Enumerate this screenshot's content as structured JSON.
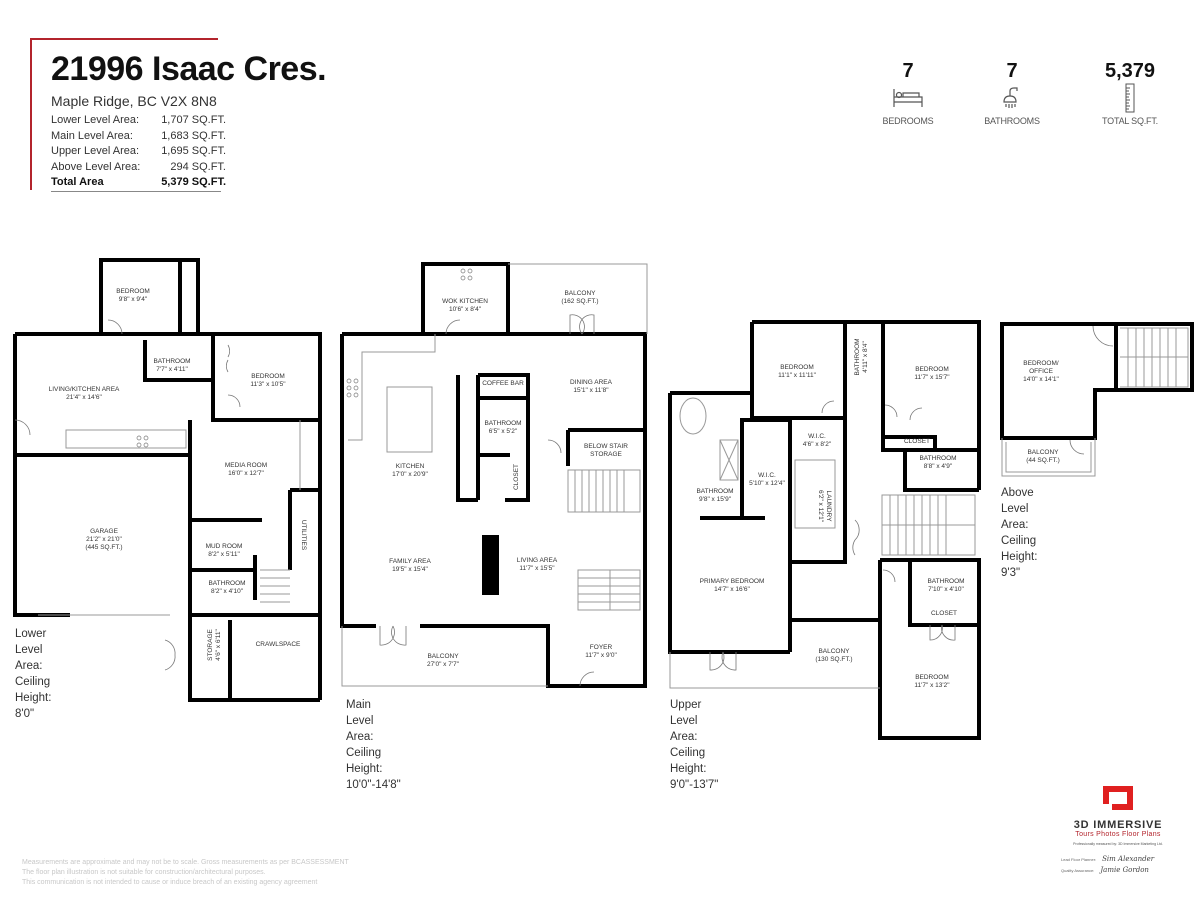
{
  "header": {
    "title": "21996 Isaac Cres.",
    "subtitle": "Maple Ridge, BC V2X 8N8",
    "accent_color": "#b3242c",
    "areas": [
      {
        "label": "Lower Level Area:",
        "value": "1,707 SQ.FT."
      },
      {
        "label": "Main Level Area:",
        "value": "1,683 SQ.FT."
      },
      {
        "label": "Upper Level Area:",
        "value": "1,695 SQ.FT."
      },
      {
        "label": "Above Level Area:",
        "value": "294 SQ.FT."
      }
    ],
    "total": {
      "label": "Total Area",
      "value": "5,379 SQ.FT."
    }
  },
  "stats": [
    {
      "value": "7",
      "label": "BEDROOMS",
      "icon": "bed-icon"
    },
    {
      "value": "7",
      "label": "BATHROOMS",
      "icon": "shower-icon"
    },
    {
      "value": "5,379",
      "label": "TOTAL SQ.FT.",
      "icon": "ruler-icon"
    }
  ],
  "levels": {
    "lower": {
      "caption_1": "Lower Level Area:",
      "caption_2": "Ceiling Height: 8'0\"",
      "rooms": [
        {
          "name": "BEDROOM",
          "dims": "9'8\" x 9'4\""
        },
        {
          "name": "BATHROOM",
          "dims": "7'7\" x 4'11\""
        },
        {
          "name": "BEDROOM",
          "dims": "11'3\" x 10'5\""
        },
        {
          "name": "LIVING/KITCHEN AREA",
          "dims": "21'4\" x 14'6\""
        },
        {
          "name": "MEDIA ROOM",
          "dims": "16'0\" x 12'7\""
        },
        {
          "name": "GARAGE",
          "dims": "21'2\" x 21'0\"",
          "extra": "(445 SQ.FT.)"
        },
        {
          "name": "MUD ROOM",
          "dims": "8'2\" x 5'11\""
        },
        {
          "name": "UTILITIES",
          "dims": ""
        },
        {
          "name": "BATHROOM",
          "dims": "8'2\" x 4'10\""
        },
        {
          "name": "STORAGE",
          "dims": "4'6\" x 6'11\""
        },
        {
          "name": "CRAWLSPACE",
          "dims": ""
        }
      ]
    },
    "main": {
      "caption_1": "Main Level Area:",
      "caption_2": "Ceiling Height: 10'0\"-14'8\"",
      "rooms": [
        {
          "name": "WOK KITCHEN",
          "dims": "10'6\" x 8'4\""
        },
        {
          "name": "BALCONY",
          "dims": "(162 SQ.FT.)"
        },
        {
          "name": "COFFEE BAR",
          "dims": ""
        },
        {
          "name": "DINING AREA",
          "dims": "15'1\" x 11'8\""
        },
        {
          "name": "BATHROOM",
          "dims": "6'5\" x 5'2\""
        },
        {
          "name": "BELOW STAIR",
          "dims": "STORAGE"
        },
        {
          "name": "KITCHEN",
          "dims": "17'0\" x 20'9\""
        },
        {
          "name": "CLOSET",
          "dims": ""
        },
        {
          "name": "FAMILY AREA",
          "dims": "19'5\" x 15'4\""
        },
        {
          "name": "LIVING AREA",
          "dims": "11'7\" x 15'5\""
        },
        {
          "name": "BALCONY",
          "dims": "27'0\" x 7'7\""
        },
        {
          "name": "FOYER",
          "dims": "11'7\" x 9'0\""
        }
      ]
    },
    "upper": {
      "caption_1": "Upper Level Area:",
      "caption_2": "Ceiling Height: 9'0\"-13'7\"",
      "rooms": [
        {
          "name": "BEDROOM",
          "dims": "11'1\" x 11'11\""
        },
        {
          "name": "BATHROOM",
          "dims": "4'11\" x 8'4\""
        },
        {
          "name": "BEDROOM",
          "dims": "11'7\" x 15'7\""
        },
        {
          "name": "W.I.C.",
          "dims": "4'6\" x 8'2\""
        },
        {
          "name": "CLOSET",
          "dims": ""
        },
        {
          "name": "BATHROOM",
          "dims": "9'8\" x 15'9\""
        },
        {
          "name": "W.I.C.",
          "dims": "5'10\" x 12'4\""
        },
        {
          "name": "LAUNDRY",
          "dims": "6'2\" x 12'1\""
        },
        {
          "name": "BATHROOM",
          "dims": "8'8\" x 4'9\""
        },
        {
          "name": "PRIMARY BEDROOM",
          "dims": "14'7\" x 16'6\""
        },
        {
          "name": "BATHROOM",
          "dims": "7'10\" x 4'10\""
        },
        {
          "name": "CLOSET",
          "dims": ""
        },
        {
          "name": "BALCONY",
          "dims": "(130 SQ.FT.)"
        },
        {
          "name": "BEDROOM",
          "dims": "11'7\" x 13'2\""
        }
      ]
    },
    "above": {
      "caption_1": "Above Level Area:",
      "caption_2": "Ceiling Height: 9'3\"",
      "rooms": [
        {
          "name": "BEDROOM/",
          "dims": "OFFICE",
          "extra": "14'0\" x 14'1\""
        },
        {
          "name": "BALCONY",
          "dims": "(44 SQ.FT.)"
        }
      ]
    }
  },
  "footer": {
    "disclaimer": [
      "Measurements are approximate and may not be to scale. Gross measurements as per BCASSESSMENT",
      "The floor plan illustration is not suitable for construction/architectural purposes.",
      "This communication is not intended to cause or induce breach of an existing agency agreement"
    ],
    "brand": {
      "name": "3D IMMERSIVE",
      "tagline": "Tours  Photos  Floor Plans",
      "measured_by": "Professionally measured by: 3D Immersive Marketing Ltd.",
      "lead_label": "Lead Floor Planner:",
      "lead_sig": "Sim Alexander",
      "qa_label": "Quality Assurance:",
      "qa_sig": "Jamie Gordon",
      "logo_color": "#e02020"
    }
  }
}
